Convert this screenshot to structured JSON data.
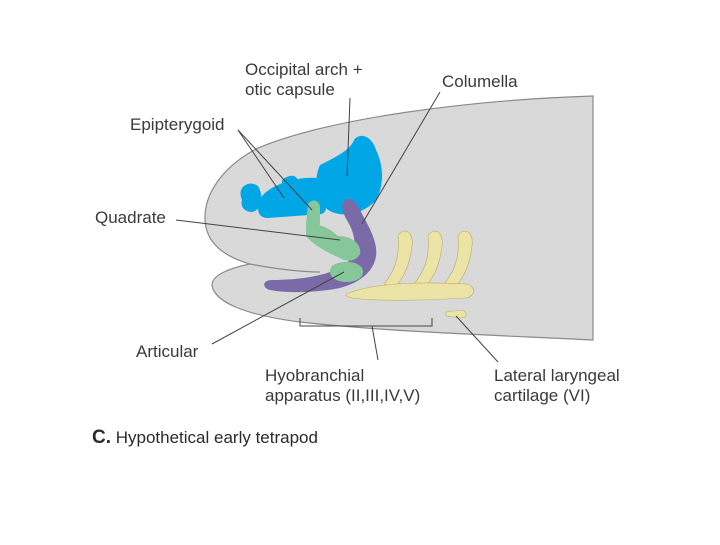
{
  "labels": {
    "occipital_arch": [
      "Occipital arch +",
      "otic capsule"
    ],
    "columella": "Columella",
    "epipterygoid": "Epipterygoid",
    "quadrate": "Quadrate",
    "articular": "Articular",
    "hyobranchial": [
      "Hyobranchial",
      "apparatus (II,III,IV,V)"
    ],
    "lateral_laryngeal": [
      "Lateral laryngeal",
      "cartilage (VI)"
    ]
  },
  "caption": {
    "letter": "C.",
    "text": "Hypothetical early tetrapod"
  },
  "colors": {
    "head": "#d9d9d9",
    "head_outline": "#8a8a8a",
    "braincase": "#00a6e6",
    "quadrate_articular": "#86c79a",
    "hyoid_arch": "#7b6aa8",
    "branchial_arches": "#ece3a6",
    "leader_line": "#444444"
  }
}
